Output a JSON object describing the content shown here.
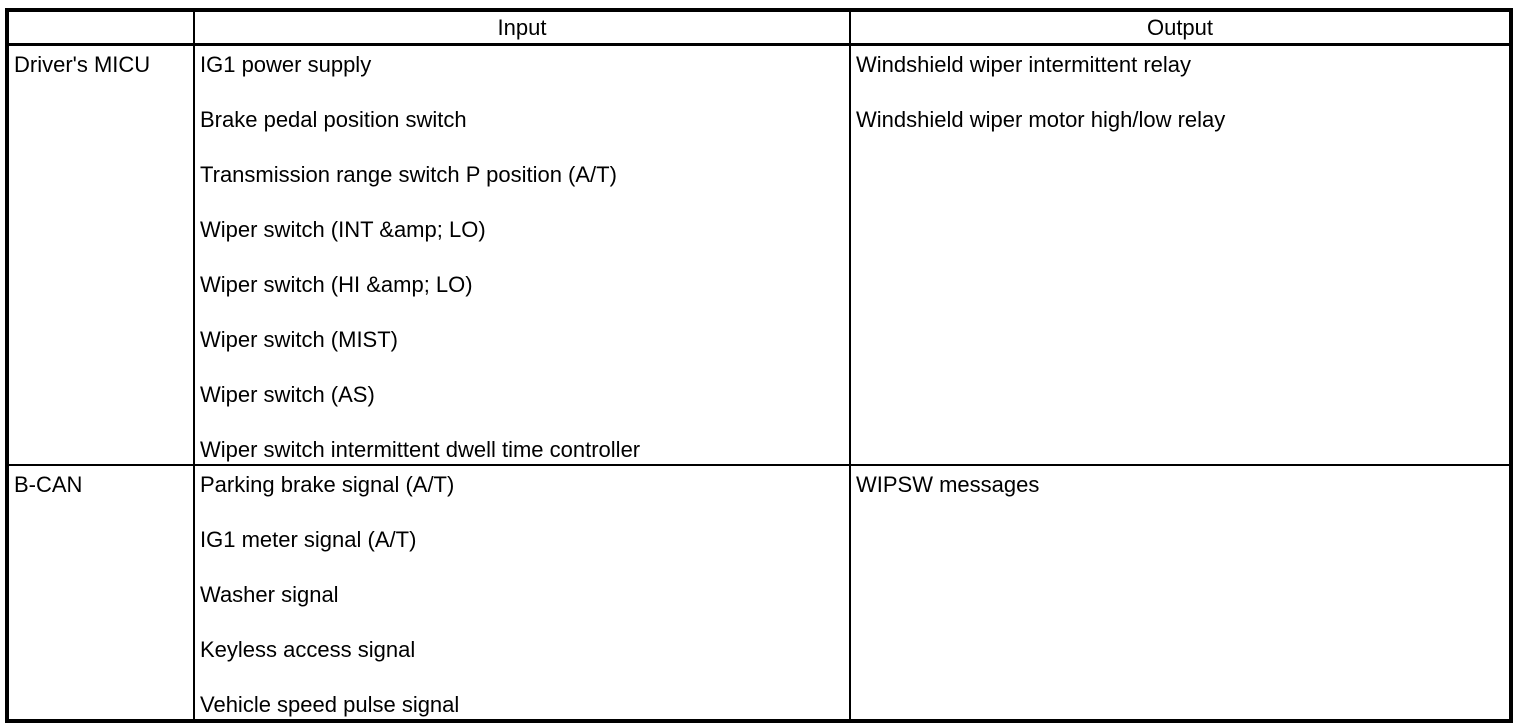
{
  "colors": {
    "background": "#ffffff",
    "border": "#000000",
    "text": "#000000"
  },
  "table": {
    "headers": {
      "source": "",
      "input": "Input",
      "output": "Output"
    },
    "rows": [
      {
        "source": "Driver's MICU",
        "inputs": [
          "IG1 power supply",
          "Brake pedal position switch",
          "Transmission range switch P position (A/T)",
          "Wiper switch (INT &amp; LO)",
          "Wiper switch (HI &amp; LO)",
          "Wiper switch (MIST)",
          "Wiper switch (AS)",
          "Wiper switch intermittent dwell time controller"
        ],
        "outputs": [
          "Windshield wiper intermittent relay",
          "Windshield wiper motor high/low relay"
        ]
      },
      {
        "source": "B-CAN",
        "inputs": [
          "Parking brake signal (A/T)",
          "IG1 meter signal (A/T)",
          "Washer signal",
          "Keyless access signal",
          "Vehicle speed pulse signal"
        ],
        "outputs": [
          "WIPSW messages"
        ]
      }
    ]
  }
}
